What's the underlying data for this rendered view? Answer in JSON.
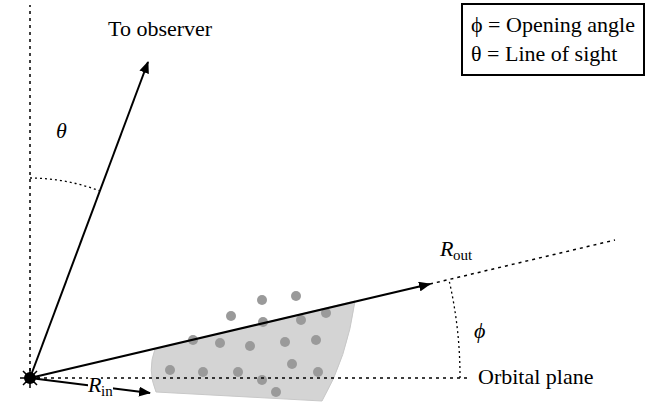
{
  "diagram": {
    "nodes": [
      {
        "text": [
          "ϕ = Opening angle",
          "θ = Line of sight"
        ]
      }
    ],
    "labels": [
      "To observer",
      "θ",
      "R",
      "out",
      "ϕ",
      "Orbital plane",
      "R",
      "in"
    ]
  }
}
